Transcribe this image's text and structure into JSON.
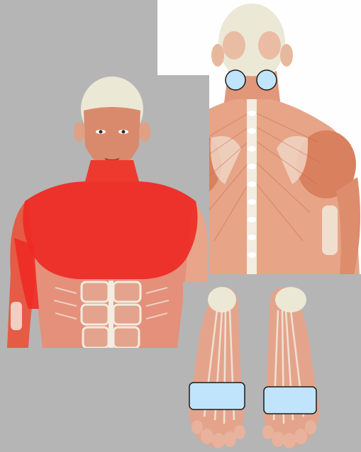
{
  "figure": {
    "views": [
      {
        "id": "front",
        "label": ""
      },
      {
        "id": "back",
        "label": ""
      },
      {
        "id": "soles",
        "label": ""
      }
    ],
    "highlight": {
      "region": "chest-and-shoulders",
      "color": "#ee2a24"
    },
    "markers": {
      "back": [
        "left-neck-point",
        "right-neck-point"
      ],
      "soles": [
        "left-sole-pad",
        "right-sole-pad"
      ],
      "color": "#bfe4fb"
    },
    "colors": {
      "background": "#b5b5b5",
      "muscle": "#e8a589",
      "muscle_dark": "#c9634a",
      "tendon": "#f3ece0",
      "skull": "#ece8d6"
    }
  }
}
